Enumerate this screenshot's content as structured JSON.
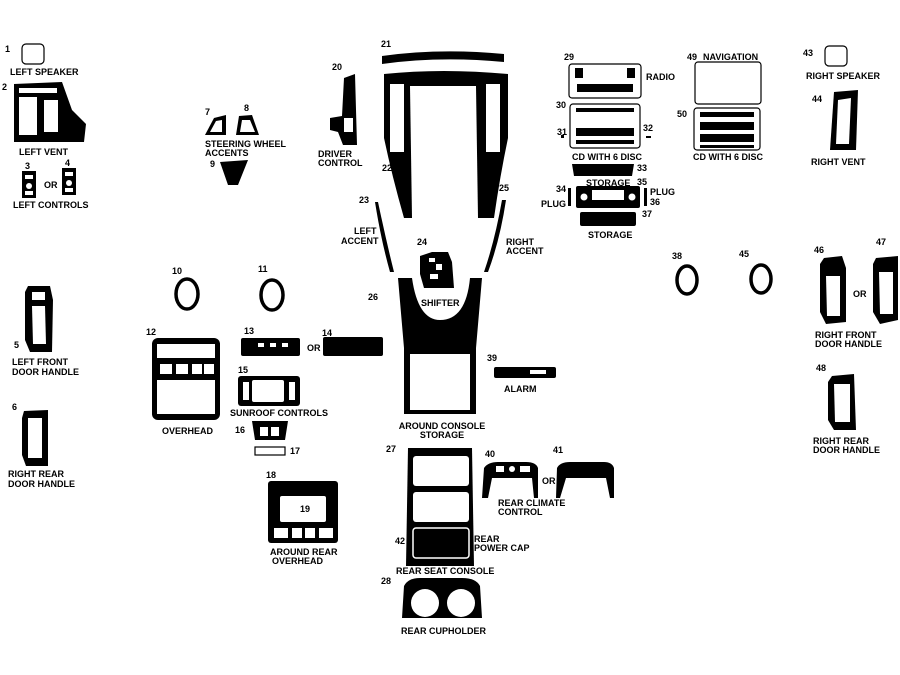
{
  "numbers": {
    "n1": "1",
    "n2": "2",
    "n3": "3",
    "n4": "4",
    "n5": "5",
    "n6": "6",
    "n7": "7",
    "n8": "8",
    "n9": "9",
    "n10": "10",
    "n11": "11",
    "n12": "12",
    "n13": "13",
    "n14": "14",
    "n15": "15",
    "n16": "16",
    "n17": "17",
    "n18": "18",
    "n19": "19",
    "n20": "20",
    "n21": "21",
    "n22": "22",
    "n23": "23",
    "n24": "24",
    "n25": "25",
    "n26": "26",
    "n27": "27",
    "n28": "28",
    "n29": "29",
    "n30": "30",
    "n31": "31",
    "n32": "32",
    "n33": "33",
    "n34": "34",
    "n35": "35",
    "n36": "36",
    "n37": "37",
    "n38": "38",
    "n39": "39",
    "n40": "40",
    "n41": "41",
    "n42": "42",
    "n43": "43",
    "n44": "44",
    "n45": "45",
    "n46": "46",
    "n47": "47",
    "n48": "48",
    "n49": "49",
    "n50": "50"
  },
  "labels": {
    "left_speaker": "LEFT SPEAKER",
    "left_vent": "LEFT VENT",
    "left_controls": "LEFT CONTROLS",
    "left_front_door_handle_1": "LEFT FRONT",
    "left_front_door_handle_2": "DOOR HANDLE",
    "right_rear_door_handle_left_1": "RIGHT REAR",
    "right_rear_door_handle_left_2": "DOOR HANDLE",
    "steering_wheel_accents_1": "STEERING WHEEL",
    "steering_wheel_accents_2": "ACCENTS",
    "driver_control_1": "DRIVER",
    "driver_control_2": "CONTROL",
    "overhead": "OVERHEAD",
    "sunroof_controls": "SUNROOF  CONTROLS",
    "around_rear_overhead_1": "AROUND REAR",
    "around_rear_overhead_2": "OVERHEAD",
    "left_accent_1": "LEFT",
    "left_accent_2": "ACCENT",
    "right_accent_1": "RIGHT",
    "right_accent_2": "ACCENT",
    "shifter": "SHIFTER",
    "around_console_storage_1": "AROUND CONSOLE",
    "around_console_storage_2": "STORAGE",
    "radio": "RADIO",
    "cd_with_6_disc_left": "CD WITH 6 DISC",
    "storage_top": "STORAGE",
    "plug_left": "PLUG",
    "plug_right": "PLUG",
    "storage_bottom": "STORAGE",
    "navigation": "NAVIGATION",
    "cd_with_6_disc_right": "CD WITH 6 DISC",
    "right_speaker": "RIGHT SPEAKER",
    "right_vent": "RIGHT VENT",
    "right_front_door_handle_1": "RIGHT FRONT",
    "right_front_door_handle_2": "DOOR HANDLE",
    "right_rear_door_handle_1": "RIGHT REAR",
    "right_rear_door_handle_2": "DOOR HANDLE",
    "alarm": "ALARM",
    "rear_climate_control_1": "REAR CLIMATE",
    "rear_climate_control_2": "CONTROL",
    "rear_power_cap_1": "REAR",
    "rear_power_cap_2": "POWER CAP",
    "rear_seat_console": "REAR SEAT CONSOLE",
    "rear_cupholder": "REAR CUPHOLDER",
    "or": "OR"
  }
}
